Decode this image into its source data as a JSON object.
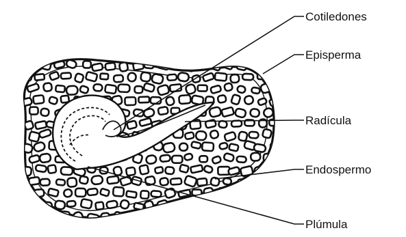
{
  "diagram": {
    "labels": {
      "cotiledones": "Cotiledones",
      "episperma": "Episperma",
      "radicula": "Radícula",
      "endospermo": "Endospermo",
      "plumula": "Plúmula"
    },
    "colors": {
      "ink": "#111111",
      "background": "#ffffff"
    }
  }
}
